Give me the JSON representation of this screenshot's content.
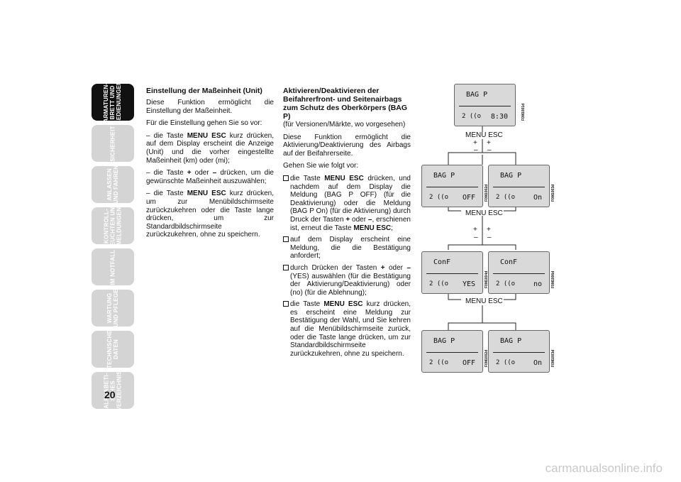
{
  "tabs": [
    {
      "label": "ARMATUREN-\nBRETT UND\nBEDIENUNGEN",
      "active": true
    },
    {
      "label": "SICHERHEIT"
    },
    {
      "label": "ANLASSEN\nUND FAHREN"
    },
    {
      "label": "KONTROLL-\nLEUCHTEN UND\nMELDUNGEN"
    },
    {
      "label": "IM NOTFALL"
    },
    {
      "label": "WARTUNG\nUND PFLEGE"
    },
    {
      "label": "TECHNISCHE\nDATEN"
    },
    {
      "label": "ALPHABETI-\nSCHES\nVERZEICHNIS"
    }
  ],
  "page_number": "20",
  "left": {
    "heading": "Einstellung der Maßeinheit (Unit)",
    "p1": "Diese Funktion ermöglicht die Einstellung der Maßeinheit.",
    "p2": "Für die Einstellung gehen Sie so vor:",
    "b1_pre": "– die Taste ",
    "b1_key": "MENU ESC",
    "b1_post": " kurz drücken, auf dem Display erscheint die Anzeige (Unit) und die vorher eingestellte Maßeinheit (km) oder (mi);",
    "b2_pre": "– die Taste ",
    "b2_k1": "+",
    "b2_mid": " oder ",
    "b2_k2": "–",
    "b2_post": " drücken, um die gewünschte Maßeinheit auszuwählen;",
    "b3_pre": "– die Taste ",
    "b3_key": "MENU ESC",
    "b3_post": " kurz drücken, um zur Menübildschirmseite zurückzukehren oder die Taste lange drücken, um zur Standardbildschirmseite zurückzukehren, ohne zu speichern."
  },
  "mid": {
    "heading": "Aktivieren/Deaktivieren der Beifahrerfront- und Seitenairbags zum Schutz des Oberkörpers (BAG P)",
    "sub": "(für Versionen/Märkte, wo vorgesehen)",
    "p1": "Diese Funktion ermöglicht die Aktivierung/Deaktivierung des Airbags auf der Beifahrerseite.",
    "p2": "Gehen Sie wie folgt vor:",
    "i1_pre": "die Taste ",
    "i1_key": "MENU ESC",
    "i1_mid": " drücken, und nachdem auf dem Display die Meldung (BAG P OFF) (für die Deaktivierung) oder die Meldung (BAG P On) (für die Aktivierung) durch Druck der Tasten ",
    "i1_k1": "+",
    "i1_or": " oder ",
    "i1_k2": "–",
    "i1_mid2": ", erschienen ist, erneut die Taste ",
    "i1_key2": "MENU ESC",
    "i1_end": ";",
    "i2": "auf dem Display erscheint eine Meldung, die die Bestätigung anfordert;",
    "i3_pre": "durch Drücken der Tasten ",
    "i3_k1": "+",
    "i3_or": " oder ",
    "i3_k2": "–",
    "i3_post": " (YES) auswählen (für die Bestätigung der Aktivierung/Deaktivierung) oder (no) (für die Ablehnung);",
    "i4_pre": "die Taste ",
    "i4_key": "MENU ESC",
    "i4_post": " kurz drücken, es erscheint eine Meldung zur Bestätigung der Wahl, und Sie kehren auf die Menübildschirmseite zurück, oder die Taste lange drücken, um zur Standardbildschirmseite zurückzukehren, ohne zu speichern."
  },
  "diagram": {
    "menu_esc": "MENU ESC",
    "plus": "+",
    "minus": "–",
    "lcd_top": {
      "title": "BAG P",
      "mode": "2 ((o",
      "value": "8:30",
      "code": "F0M1001d"
    },
    "lcd_off1": {
      "title": "BAG P",
      "mode": "2 ((o",
      "value": "OFF",
      "code": "F0M1002d"
    },
    "lcd_on1": {
      "title": "BAG P",
      "mode": "2 ((o",
      "value": "On",
      "code": "F0M1003d"
    },
    "lcd_yes": {
      "title": "ConF",
      "mode": "2 ((o",
      "value": "YES",
      "code": "F0M1004d"
    },
    "lcd_no": {
      "title": "ConF",
      "mode": "2 ((o",
      "value": "no",
      "code": "F0M1006d"
    },
    "lcd_off2": {
      "title": "BAG P",
      "mode": "2 ((o",
      "value": "OFF",
      "code": "F0M1002d"
    },
    "lcd_on2": {
      "title": "BAG P",
      "mode": "2 ((o",
      "value": "On",
      "code": "F0M1003d"
    }
  },
  "watermark": "carmanualsonline.info"
}
